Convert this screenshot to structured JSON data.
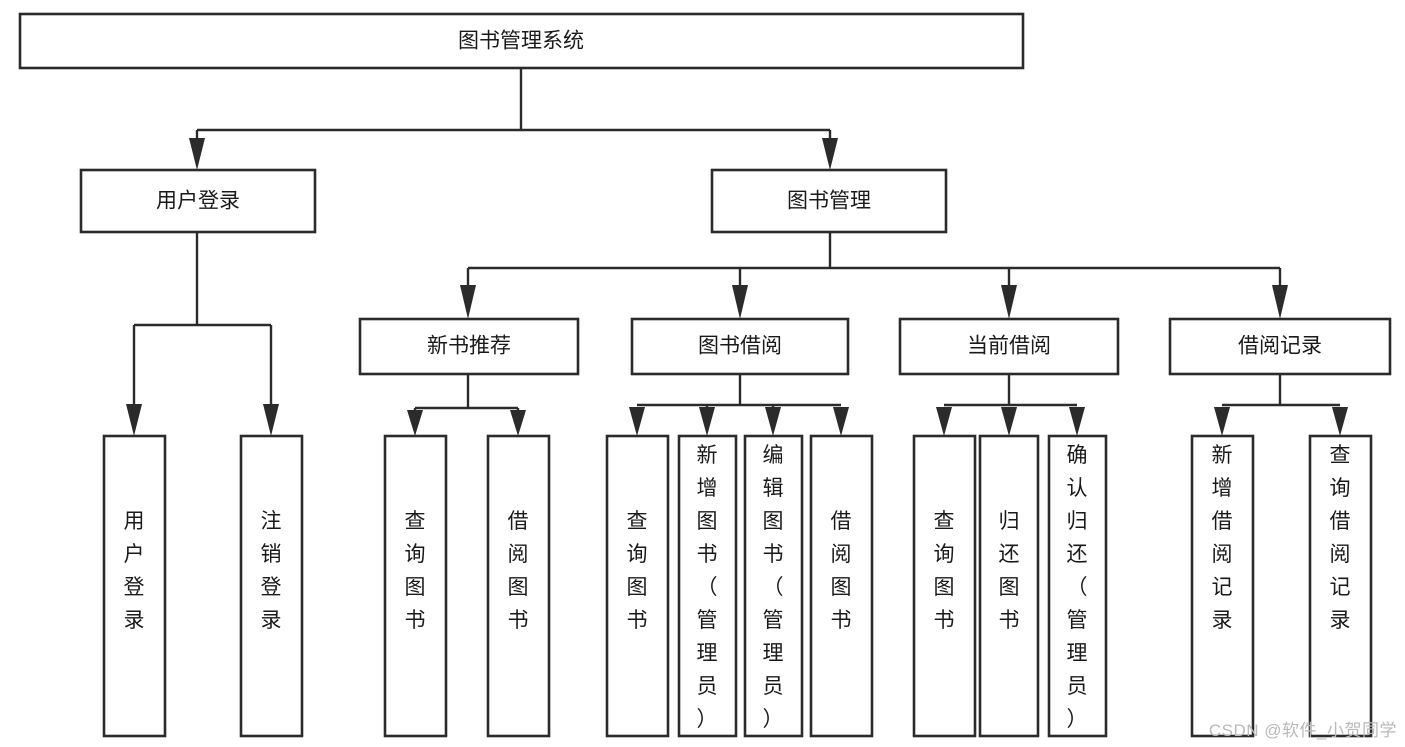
{
  "diagram": {
    "type": "hierarchy-tree",
    "title": "图书管理系统",
    "watermark": "CSDN @软件_小贺同学",
    "colors": {
      "box_stroke": "#2b2b2b",
      "box_fill": "#ffffff",
      "connector": "#2b2b2b",
      "text": "#1a1a1a",
      "watermark": "#b9b9b9"
    },
    "root": {
      "label": "图书管理系统"
    },
    "level2": [
      {
        "label": "用户登录"
      },
      {
        "label": "图书管理"
      }
    ],
    "level3": [
      {
        "label": "新书推荐"
      },
      {
        "label": "图书借阅"
      },
      {
        "label": "当前借阅"
      },
      {
        "label": "借阅记录"
      }
    ],
    "leaves": {
      "user_login": [
        {
          "label": "用户登录"
        },
        {
          "label": "注销登录"
        }
      ],
      "new_book_rec": [
        {
          "label": "查询图书"
        },
        {
          "label": "借阅图书"
        }
      ],
      "book_borrow": [
        {
          "label": "查询图书"
        },
        {
          "label": "新增图书（管理员）"
        },
        {
          "label": "编辑图书（管理员）"
        },
        {
          "label": "借阅图书"
        }
      ],
      "current_borrow": [
        {
          "label": "查询图书"
        },
        {
          "label": "归还图书"
        },
        {
          "label": "确认归还（管理员）"
        }
      ],
      "borrow_record": [
        {
          "label": "新增借阅记录"
        },
        {
          "label": "查询借阅记录"
        }
      ]
    }
  }
}
